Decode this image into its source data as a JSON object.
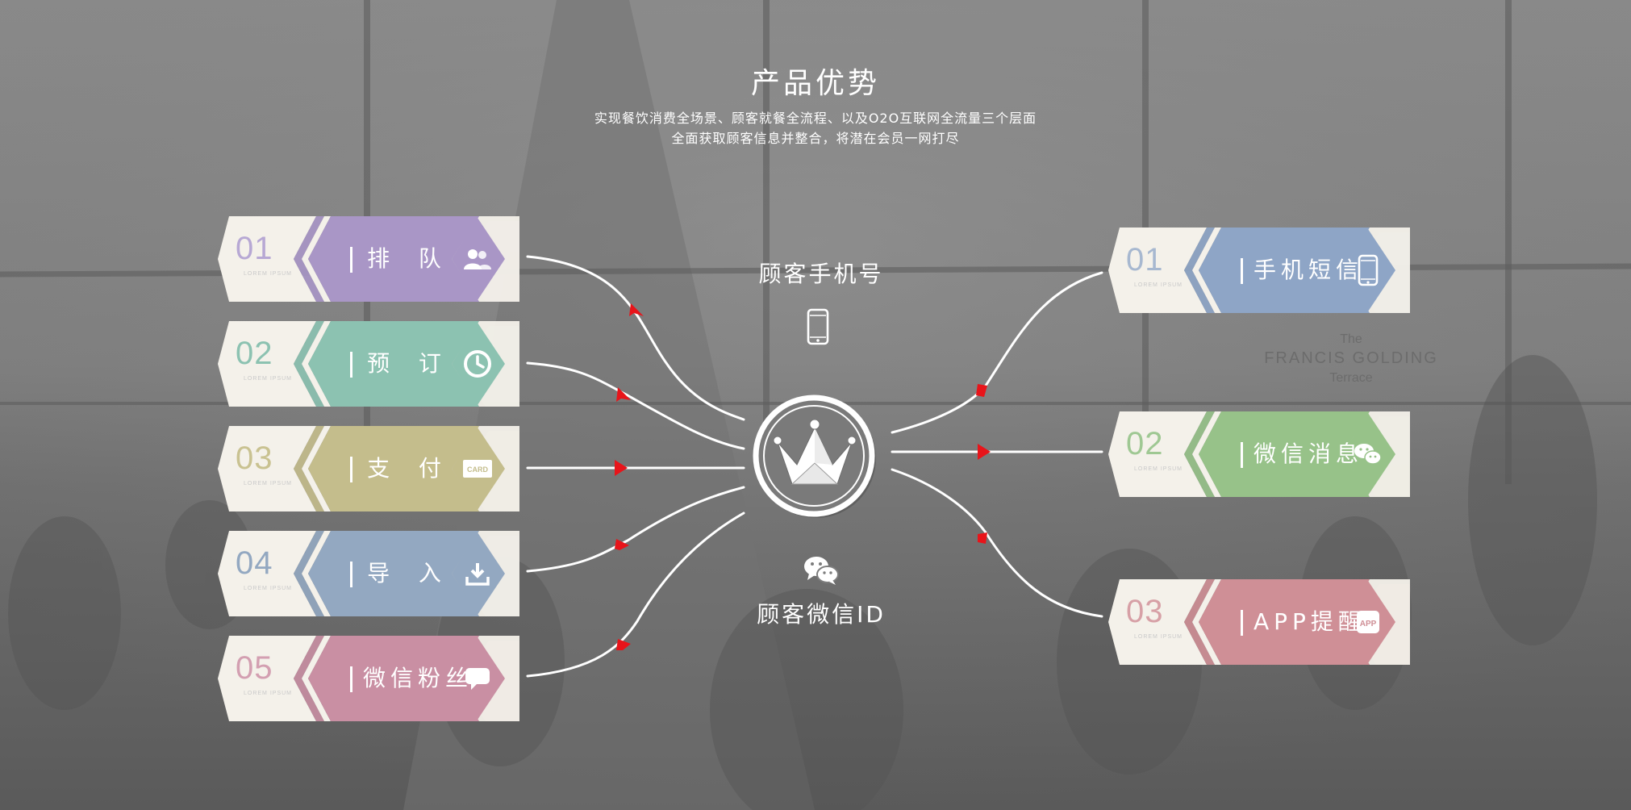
{
  "header": {
    "title": "产品优势",
    "subtitle_line1": "实现餐饮消费全场景、顾客就餐全流程、以及O2O互联网全流量三个层面",
    "subtitle_line2": "全面获取顾客信息并整合，将潜在会员一网打尽"
  },
  "center": {
    "top_label": "顾客手机号",
    "bottom_label": "顾客微信ID",
    "top_icon": "phone-icon",
    "hub_icon": "crown-icon",
    "bottom_icon": "wechat-icon"
  },
  "left_items": [
    {
      "num": "01",
      "label": "排  队",
      "sub": "LOREM IPSUM",
      "color": "#a996c6",
      "num_color": "#b7a8d4",
      "icon": "group-users-icon"
    },
    {
      "num": "02",
      "label": "预  订",
      "sub": "LOREM IPSUM",
      "color": "#8cc2b1",
      "num_color": "#8cc2b1",
      "icon": "clock-icon"
    },
    {
      "num": "03",
      "label": "支  付",
      "sub": "LOREM IPSUM",
      "color": "#c4bd8c",
      "num_color": "#c9c291",
      "icon": "card-icon"
    },
    {
      "num": "04",
      "label": "导  入",
      "sub": "LOREM IPSUM",
      "color": "#93a8c1",
      "num_color": "#93a8c1",
      "icon": "download-icon"
    },
    {
      "num": "05",
      "label": "微信粉丝",
      "sub": "LOREM IPSUM",
      "color": "#c98fa3",
      "num_color": "#d39fb1",
      "icon": "chat-bubble-icon"
    }
  ],
  "right_items": [
    {
      "num": "01",
      "label": "手机短信",
      "sub": "LOREM IPSUM",
      "color": "#8ea5c6",
      "num_color": "#a7b8d0",
      "icon": "smartphone-icon"
    },
    {
      "num": "02",
      "label": "微信消息",
      "sub": "LOREM IPSUM",
      "color": "#97c289",
      "num_color": "#9fc893",
      "icon": "wechat-bubbles-icon"
    },
    {
      "num": "03",
      "label": "APP提醒",
      "sub": "LOREM IPSUM",
      "color": "#cf8f96",
      "num_color": "#d7a0a6",
      "icon": "app-icon"
    }
  ],
  "colors": {
    "arrow": "#e8141a",
    "wire": "#ffffff",
    "tag_light": "#f4f1ea"
  }
}
